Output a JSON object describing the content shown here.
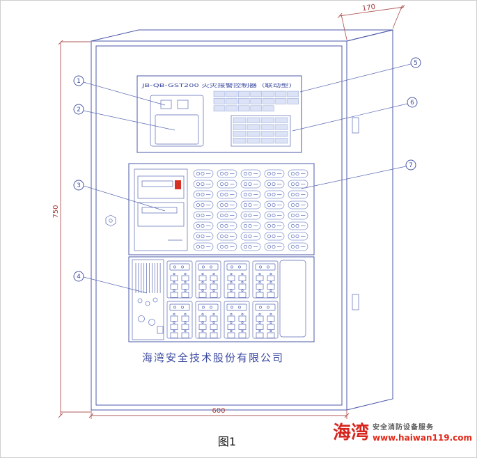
{
  "figure": {
    "caption": "图1"
  },
  "cabinet": {
    "panel_title": "JB-QB-GST200 火灾报警控制器（联动型）",
    "company_name": "海湾安全技术股份有限公司"
  },
  "dimensions": {
    "depth": "170",
    "height": "750",
    "width": "600"
  },
  "callouts": [
    "1",
    "2",
    "3",
    "4",
    "5",
    "6",
    "7"
  ],
  "logo": {
    "brand": "海湾",
    "tagline": "安全消防设备服务",
    "website": "www.haiwan119.com"
  },
  "colors": {
    "drawing_line": "#4b58a8",
    "dimension_red": "#a33f3f",
    "indicator_red": "#d93025",
    "logo_red": "#d6251d"
  }
}
